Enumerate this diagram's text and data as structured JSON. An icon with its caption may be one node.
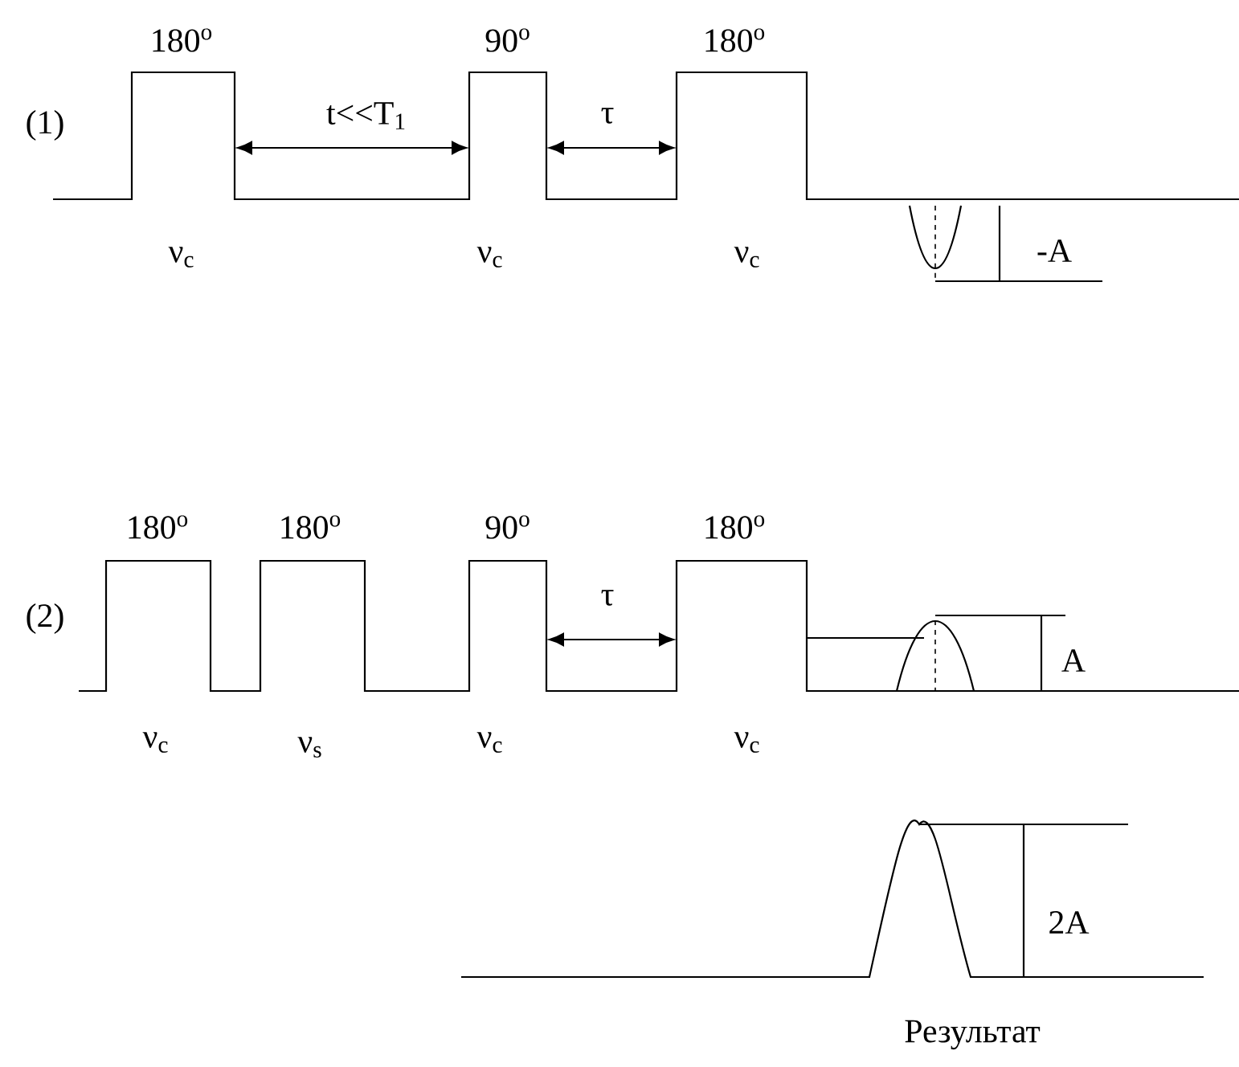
{
  "diagram": {
    "labels": [
      "180$^{o}$",
      "90$^{o}$",
      "180$^{o}$",
      "(1)",
      "t<<T$_{1}$",
      "τ",
      "ν$_{c}$",
      "ν$_{c}$",
      "ν$_{c}$",
      "-A",
      "180$^{o}$",
      "180$^{o}$",
      "90$^{o}$",
      "180$^{o}$",
      "(2)",
      "τ",
      "A",
      "ν$_{c}$",
      "ν$_{s}$",
      "ν$_{c}$",
      "ν$_{c}$",
      "2A",
      "Результат"
    ]
  }
}
